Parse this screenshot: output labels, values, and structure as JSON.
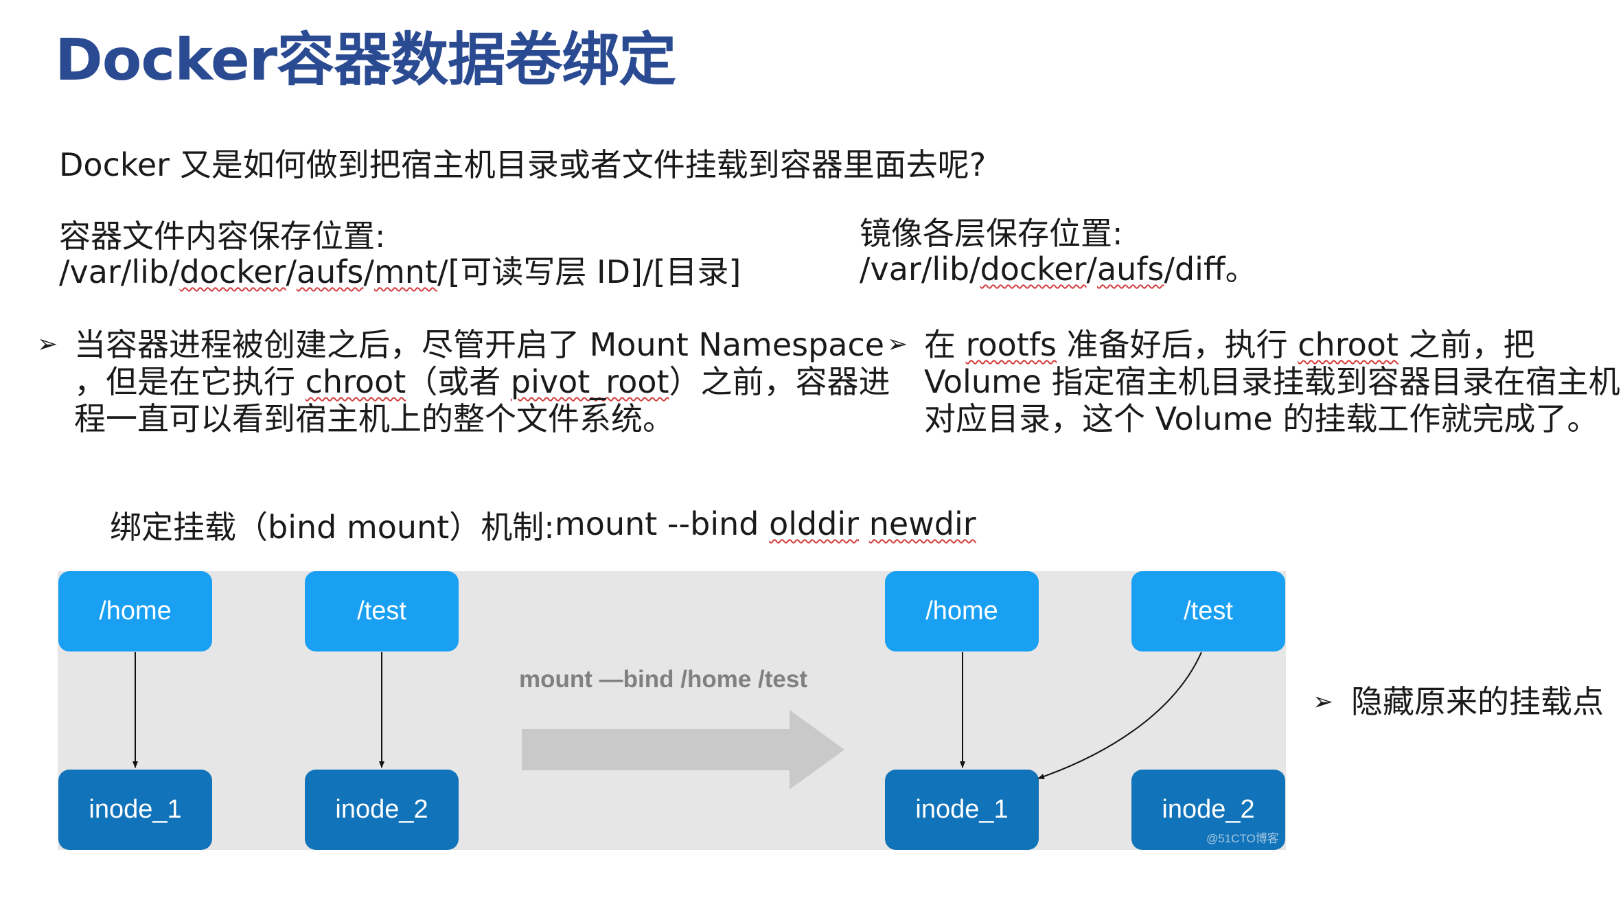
{
  "title": "Docker容器数据卷绑定",
  "question": "Docker 又是如何做到把宿主机目录或者文件挂载到容器里面去呢?",
  "container_location": {
    "label": "容器文件内容保存位置:",
    "path": "/var/lib/docker/aufs/mnt/[可读写层 ID]/[目录]"
  },
  "image_location": {
    "label": "镜像各层保存位置:",
    "path": "/var/lib/docker/aufs/diff。"
  },
  "bullets": {
    "left": {
      "line1": "当容器进程被创建之后，尽管开启了 Mount Namespace",
      "line2": "，但是在它执行 chroot（或者 pivot_root）之前，容器进",
      "line3": "程一直可以看到宿主机上的整个文件系统。"
    },
    "right": {
      "line1": "在 rootfs 准备好后，执行 chroot 之前，把",
      "line2": "Volume 指定宿主机目录挂载到容器目录在宿主机",
      "line3": "对应目录，这个 Volume 的挂载工作就完成了。"
    },
    "side": "隐藏原来的挂载点"
  },
  "mechanism": {
    "label": "绑定挂载（bind mount）机制:",
    "command": "mount --bind olddir newdir"
  },
  "diagram": {
    "before": {
      "dir1": "/home",
      "dir2": "/test",
      "inode1": "inode_1",
      "inode2": "inode_2"
    },
    "after": {
      "dir1": "/home",
      "dir2": "/test",
      "inode1": "inode_1",
      "inode2": "inode_2"
    },
    "command_label": "mount —bind /home /test",
    "watermark": "@51CTO博客"
  },
  "colors": {
    "title": "#2a4a92",
    "dir_node": "#1aa0f3",
    "inode_node": "#1173b9",
    "diagram_bg": "#e6e6e6"
  }
}
